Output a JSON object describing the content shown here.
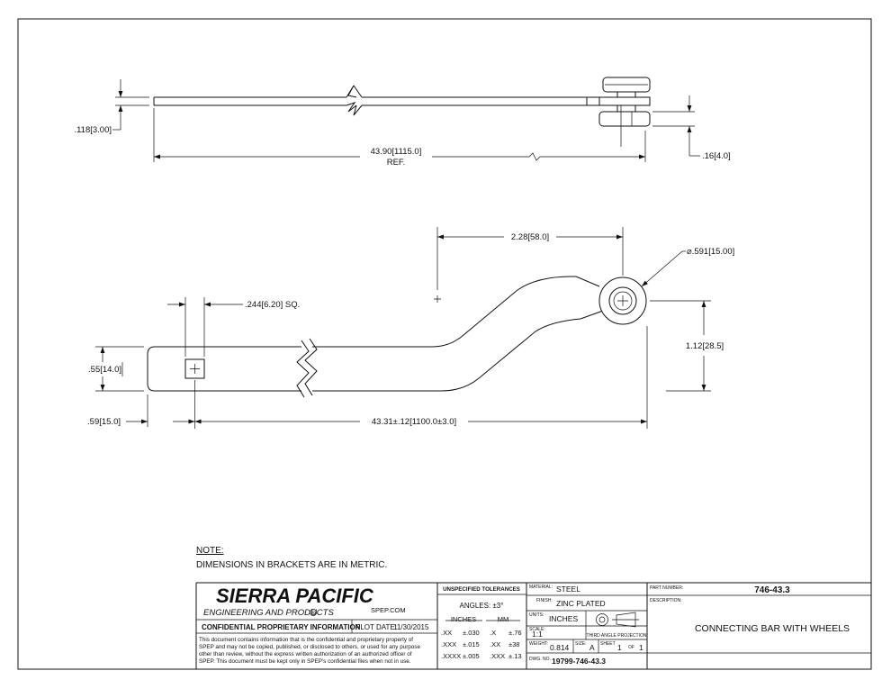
{
  "drawing": {
    "top_view": {
      "thickness_label": ".118[3.00]",
      "length_label": "43.90[1115.0]",
      "length_note": "REF.",
      "wheel_width_label": ".16[4.0]"
    },
    "front_view": {
      "offset_label": "2.28[58.0]",
      "hole_label": "⌀.591[15.00]",
      "square_label": ".244[6.20] SQ.",
      "height_label": ".55[14.0]",
      "rise_label": "1.12[28.5]",
      "edge_label": ".59[15.0]",
      "center_label": "43.31±.12[1100.0±3.0]"
    }
  },
  "note": {
    "heading": "NOTE:",
    "text": "DIMENSIONS IN BRACKETS ARE IN METRIC."
  },
  "title_block": {
    "company": "SIERRA PACIFIC",
    "division": "ENGINEERING AND PRODUCTS",
    "registered_mark": "R",
    "website": "SPEP.COM",
    "confidential_heading": "CONFIDENTIAL PROPRIETARY INFORMATION",
    "plot_date_label": "PLOT DATE:",
    "plot_date": "11/30/2015",
    "confidential_lines": [
      "This document contains information that is the confidential and proprietary property of",
      "SPEP and may not be copied, published, or disclosed to others, or used for any purpose",
      "other than review, without the express written authorization of an authorized officer of",
      "SPEP. This document must be kept only in SPEP's confidential files when not in use."
    ],
    "tolerances": {
      "heading": "UNSPECIFIED TOLERANCES",
      "angles": "ANGLES: ±3°",
      "inches_header": "INCHES",
      "mm_header": "MM",
      "rows": [
        {
          "inch_fmt": ".XX",
          "inch_tol": "±.030",
          "mm_fmt": ".X",
          "mm_tol": "±.76"
        },
        {
          "inch_fmt": ".XXX",
          "inch_tol": "±.015",
          "mm_fmt": ".XX",
          "mm_tol": "±38"
        },
        {
          "inch_fmt": ".XXXX",
          "inch_tol": "±.005",
          "mm_fmt": ".XXX",
          "mm_tol": "±.13"
        }
      ]
    },
    "material_label": "MATERIAL:",
    "material": "STEEL",
    "finish_label": "FINISH:",
    "finish": "ZINC PLATED",
    "units_label": "UNITS:",
    "units": "INCHES",
    "scale_label": "SCALE:",
    "scale": "1:1",
    "projection_label": "THIRD ANGLE PROJECTION",
    "weight_label": "WEIGHT:",
    "weight": "0.814",
    "size_label": "SIZE:",
    "size": "A",
    "sheet_label": "SHEET",
    "sheet": "1",
    "of_label": "OF",
    "sheet_total": "1",
    "dwg_label": "DWG. NO.",
    "dwg_no": "19799-746-43.3",
    "part_number_label": "PART NUMBER:",
    "part_number": "746-43.3",
    "description_label": "DESCRIPTION:",
    "description": "CONNECTING BAR WITH WHEELS"
  }
}
